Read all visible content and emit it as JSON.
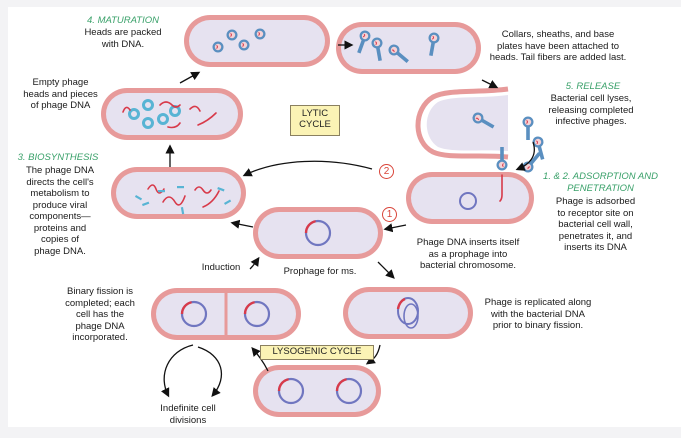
{
  "diagram": {
    "title_boxes": {
      "lytic": "LYTIC\nCYCLE",
      "lysogenic": "LYSOGENIC CYCLE"
    },
    "stages": {
      "maturation": {
        "title": "4. MATURATION",
        "text": "Heads are packed\nwith DNA."
      },
      "release": {
        "title": "5. RELEASE",
        "text": "Bacterial cell lyses,\nreleasing completed\ninfective phages."
      },
      "adsorption": {
        "title": "1. & 2. ADSORPTION AND\nPENETRATION",
        "text": "Phage is adsorbed\nto receptor site on\nbacterial cell wall,\npenetrates it, and\ninserts its DNA"
      },
      "biosynthesis": {
        "title": "3. BIOSYNTHESIS",
        "text": "The phage DNA\ndirects the cell's\nmetabolism to\nproduce viral\ncomponents—\nproteins and\ncopies of\nphage DNA."
      }
    },
    "labels": {
      "empty_heads": "Empty phage\nheads and pieces\nof phage DNA",
      "assembly": "Collars, sheaths, and base\nplates have been attached to\nheads.  Tail fibers are added last.",
      "insert_prophage": "Phage DNA inserts itself\nas a prophage into\nbacterial chromosome.",
      "induction": "Induction",
      "prophage": "Prophage for ms.",
      "binary_fission": "Binary fission is\ncompleted; each\ncell has the\nphage DNA\nincorporated.",
      "replicated": "Phage is replicated along\nwith the bacterial DNA\nprior to binary fission.",
      "indefinite": "Indefinite cell\ndivisions"
    },
    "path_markers": {
      "one": "1",
      "two": "2"
    },
    "colors": {
      "cell_wall": "#e79a9a",
      "cell_inner": "#e6e2f0",
      "phage_dna": "#d83a4a",
      "bacterial_dna": "#7076c0",
      "phage_body": "#5a8fc0",
      "stage_title": "#3aa16a",
      "marker": "#d9453a",
      "box_fill": "#fbf3b5"
    }
  }
}
